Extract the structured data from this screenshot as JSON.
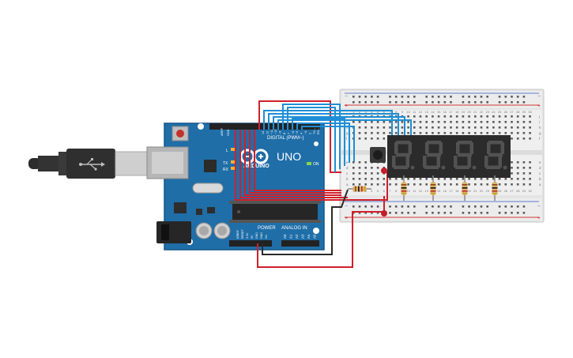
{
  "board": {
    "name": "UNO",
    "logo_text": "ARDUINO",
    "digital_label": "DIGITAL (PWM~)",
    "analog_label": "ANALOG IN",
    "power_label": "POWER",
    "on_label": "ON",
    "l_label": "L",
    "tx_label": "TX",
    "rx_label": "RX",
    "aref_label": "AREF",
    "gnd_label": "GND",
    "power_pins": [
      "IOREF",
      "RESET",
      "3.3V",
      "5V",
      "GND",
      "GND",
      "Vin"
    ],
    "analog_pins": [
      "A0",
      "A1",
      "A2",
      "A3",
      "A4",
      "A5"
    ],
    "digital_pins": [
      "13",
      "12",
      "~11",
      "~10",
      "~9",
      "8",
      "7",
      "~6",
      "~5",
      "4",
      "~3",
      "2",
      "TX→1",
      "RX←0"
    ]
  },
  "breadboard": {
    "rail_plus": "+",
    "rail_minus": "−",
    "row_letters_top": [
      "j",
      "i",
      "h",
      "g",
      "f"
    ],
    "row_letters_bottom": [
      "e",
      "d",
      "c",
      "b",
      "a"
    ],
    "column_numbers": [
      "1",
      "2",
      "3",
      "4",
      "5",
      "6",
      "7",
      "8",
      "9",
      "10",
      "11",
      "12",
      "13",
      "14",
      "15",
      "16",
      "17",
      "18",
      "19",
      "20",
      "21",
      "22",
      "23",
      "24",
      "25",
      "26",
      "27",
      "28",
      "29",
      "30"
    ]
  },
  "display": {
    "digits": [
      "8.",
      "8.",
      "8.",
      "8."
    ],
    "segment_color": "#4a4a4a",
    "body_color": "#2b2b2b"
  },
  "colors": {
    "board": "#1f6ea8",
    "board_dark": "#195a8a",
    "wire_red": "#d0202a",
    "wire_blue": "#1e8fd6",
    "wire_black": "#2a2a2a",
    "breadboard": "#e9e9e9"
  },
  "components": {
    "usb_cable": "usb-cable",
    "power_jack": "power-jack",
    "reset_button": "reset-button",
    "pushbutton": "pushbutton",
    "resistors": [
      "resistor",
      "resistor",
      "resistor",
      "resistor",
      "resistor"
    ]
  }
}
